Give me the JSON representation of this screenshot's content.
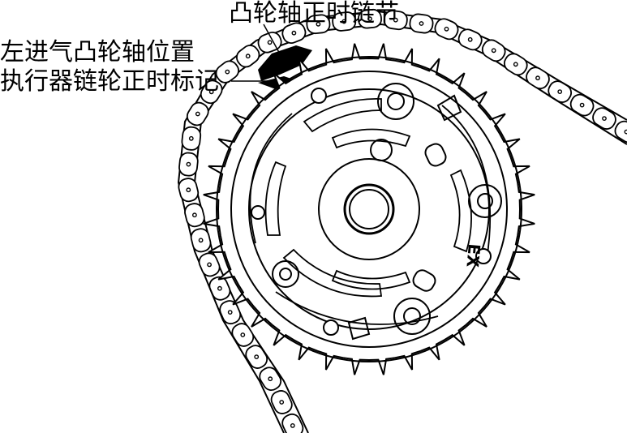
{
  "labels": {
    "camshaft_timing_link": "凸轮轴正时链节",
    "left_intake_line1": "左进气凸轮轴位置",
    "left_intake_line2": "执行器链轮正时标记"
  },
  "sprocket_stamp": "EX",
  "colors": {
    "ink": "#000000",
    "paper": "#ffffff"
  }
}
